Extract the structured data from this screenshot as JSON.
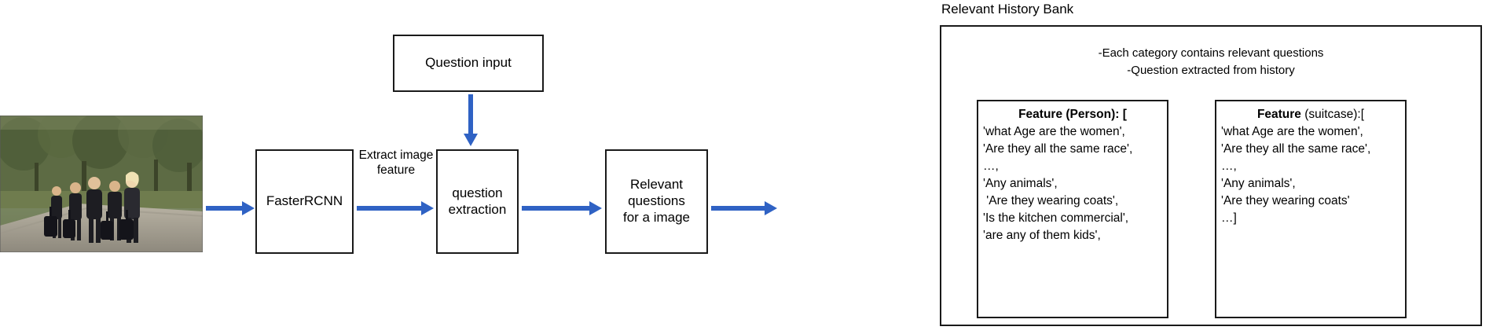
{
  "flow": {
    "question_input": "Question input",
    "faster_rcnn": "FasterRCNN",
    "question_extraction_line1": "question",
    "question_extraction_line2": "extraction",
    "relevant_questions_line1": "Relevant",
    "relevant_questions_line2": "questions",
    "relevant_questions_line3": "for a image",
    "extract_label_line1": "Extract image",
    "extract_label_line2": "feature"
  },
  "bank": {
    "title": "Relevant History Bank",
    "notes": [
      "-Each category contains relevant questions",
      "-Question extracted from history"
    ],
    "features": [
      {
        "head_bold": "Feature (Person): [",
        "head_plain": "",
        "items": [
          "'what Age are the women',",
          "'Are they all the same race',",
          "…,",
          "'Any animals',",
          " 'Are they wearing coats',",
          "'Is the kitchen commercial',",
          "'are any of them kids',"
        ]
      },
      {
        "head_bold": "Feature",
        "head_plain": " (suitcase):[",
        "items": [
          "'what Age are the women',",
          "'Are they all the same race',",
          "…,",
          "'Any animals',",
          "'Are they wearing coats'",
          "…]"
        ]
      }
    ]
  },
  "photo": {
    "alt": "group-of-people-walking-with-luggage-photo"
  },
  "colors": {
    "arrow": "#2f62c4",
    "outline": "#1a1a1a"
  }
}
